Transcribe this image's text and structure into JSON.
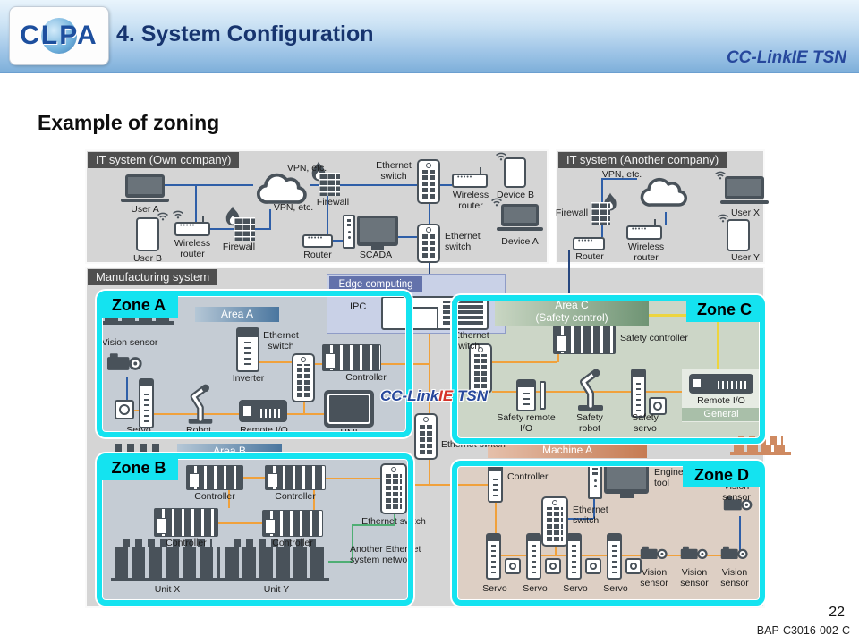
{
  "slide": {
    "title": "4. System Configuration",
    "heading": "Example of zoning",
    "page_number": "22",
    "doc_number": "BAP-C3016-002-C"
  },
  "logos": {
    "clpa": "CLPA",
    "cclink": "CC-Link",
    "ie": "IE",
    "tsn": "TSN"
  },
  "watermark": {
    "cclink": "CC-Link",
    "ie": "IE",
    "tsn": "TSN"
  },
  "colors": {
    "zone_accent": "#14e3f0",
    "orange_line": "#f0a13c",
    "blue_line": "#2f5fa8",
    "navy_line": "#27477f",
    "yellow_line": "#edd53e",
    "green_line": "#4fae74"
  },
  "it_own": {
    "title": "IT system (Own company)",
    "user_a": "User A",
    "user_b": "User B",
    "wireless_router": "Wireless router",
    "vpn_top": "VPN, etc.",
    "vpn_mid": "VPN, etc.",
    "firewall_left": "Firewall",
    "firewall_top": "Firewall",
    "router": "Router",
    "scada": "SCADA",
    "eth_switch_top": "Ethernet switch",
    "eth_switch_bottom": "Ethernet switch",
    "wireless_router_right": "Wireless router",
    "device_a": "Device A",
    "device_b": "Device B"
  },
  "it_other": {
    "title": "IT system (Another company)",
    "vpn": "VPN, etc.",
    "firewall": "Firewall",
    "router": "Router",
    "wireless_router": "Wireless router",
    "user_x": "User X",
    "user_y": "User Y"
  },
  "mfg": {
    "title": "Manufacturing system",
    "edge": "Edge computing",
    "ipc": "IPC",
    "central_eth": "Ethernet switch"
  },
  "zone_a": {
    "name": "Zone A",
    "area": "Area A",
    "vision_sensor": "Vision sensor",
    "servo": "Servo",
    "robot": "Robot",
    "remote_io": "Remote I/O",
    "hmi": "HMI",
    "inverter": "Inverter",
    "eth_switch": "Ethernet switch",
    "controller": "Controller"
  },
  "zone_b": {
    "name": "Zone B",
    "area": "Area B",
    "controllers": [
      "Controller",
      "Controller",
      "Controller",
      "Controller"
    ],
    "eth_switch": "Ethernet switch",
    "unit_x": "Unit X",
    "unit_y": "Unit Y",
    "another_network": "Another Ethernet system network"
  },
  "zone_c": {
    "name": "Zone C",
    "area_1": "Area C",
    "area_2": "(Safety control)",
    "eth_switch": "Ethernet switch",
    "safety_controller": "Safety controller",
    "safety_remote_io": "Safety remote I/O",
    "safety_robot": "Safety robot",
    "safety_servo": "Safety servo",
    "remote_io": "Remote I/O",
    "general": "General"
  },
  "zone_d": {
    "name": "Zone D",
    "machine": "Machine A",
    "controller": "Controller",
    "eng_tool": "Engineering tool",
    "eth_switch": "Ethernet switch",
    "vision_top": "Vision sensor",
    "servos": [
      "Servo",
      "Servo",
      "Servo",
      "Servo"
    ],
    "visions": [
      "Vision sensor",
      "Vision sensor",
      "Vision sensor"
    ]
  }
}
